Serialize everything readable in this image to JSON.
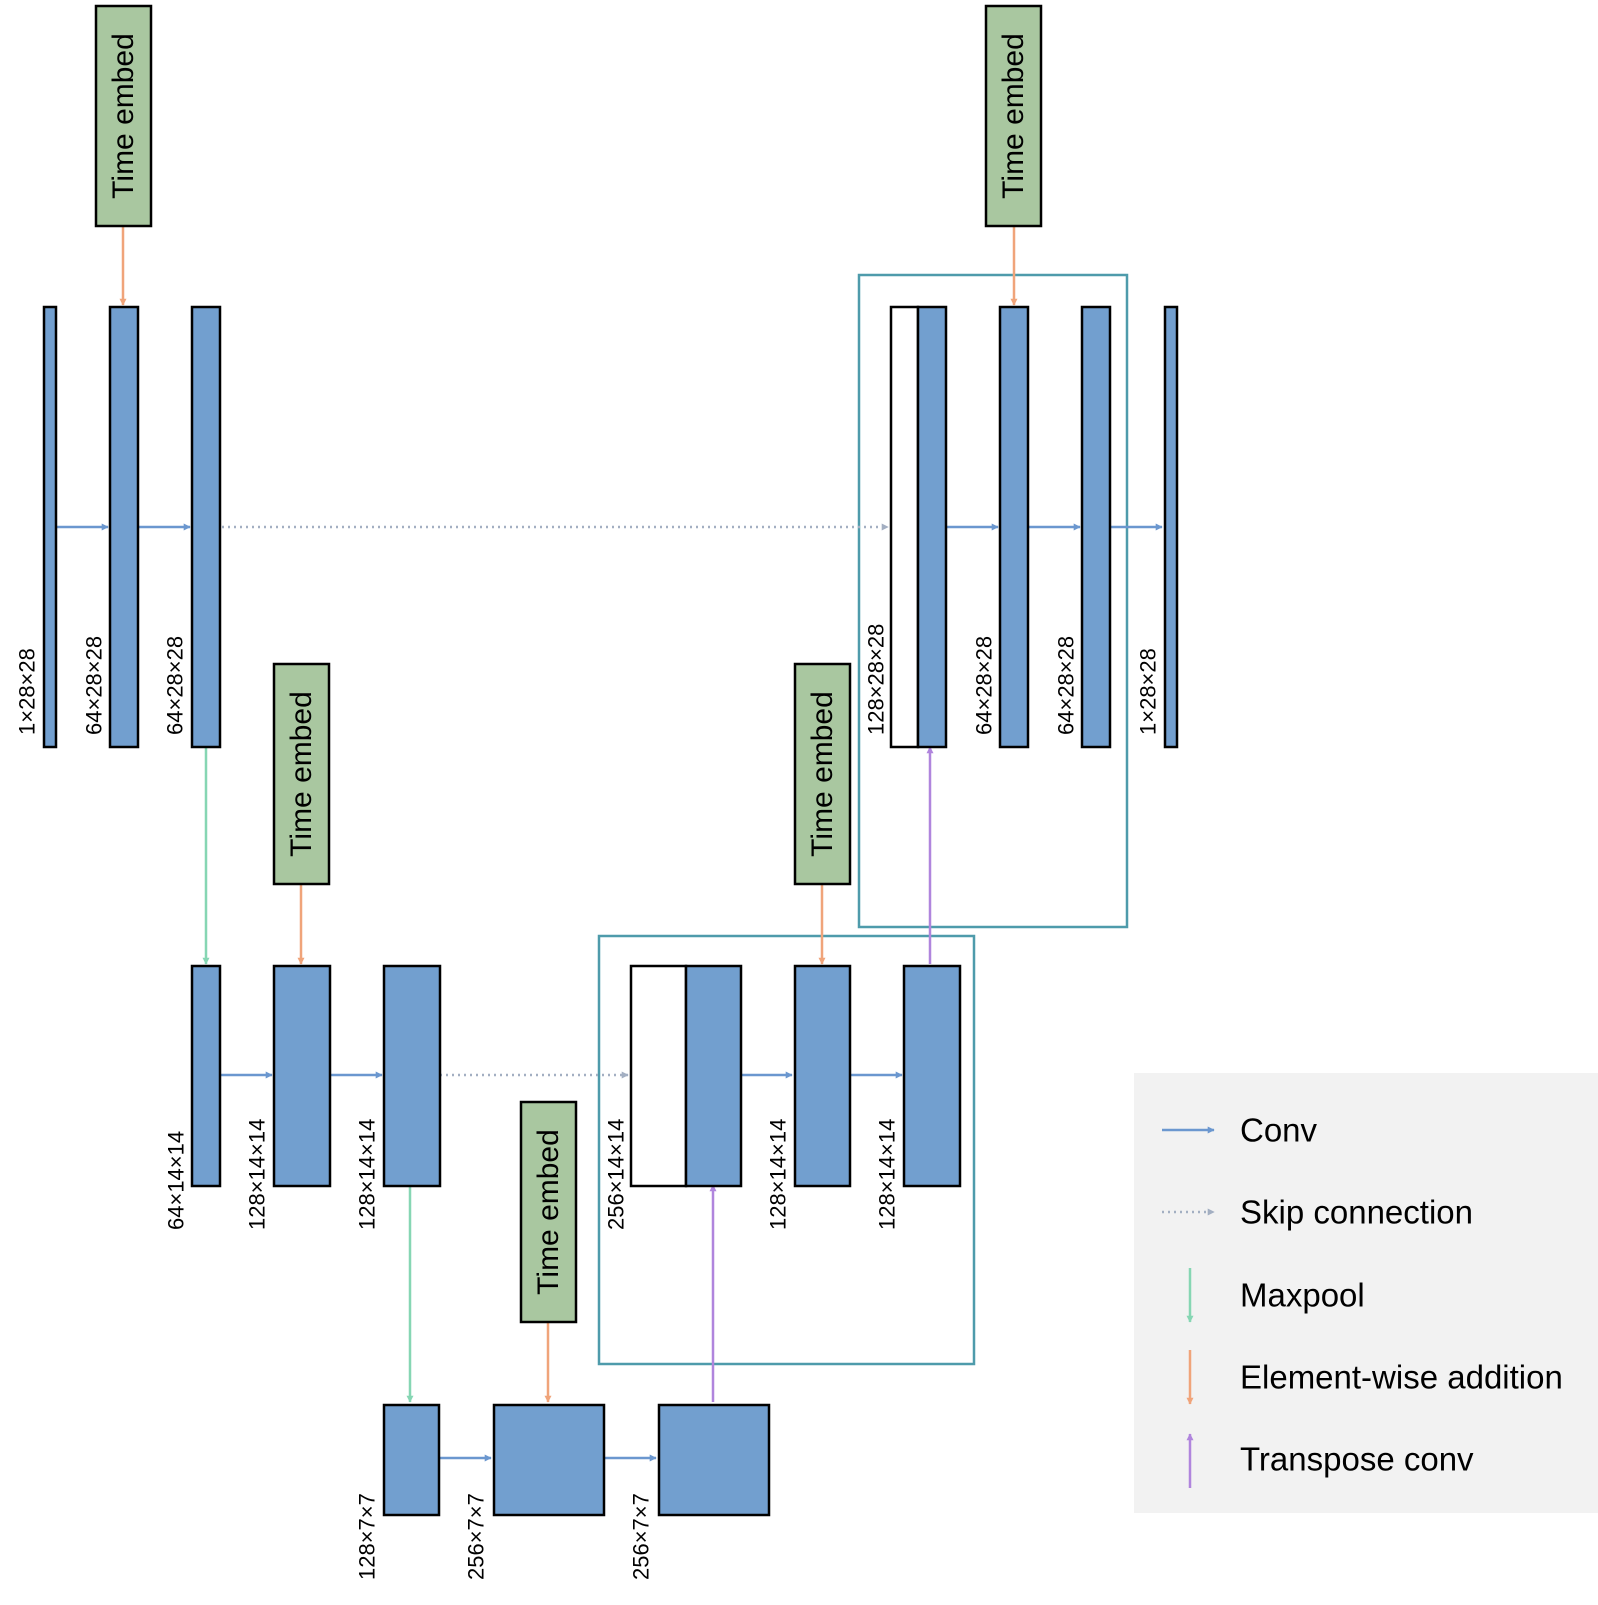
{
  "colors": {
    "feature_map": "#729fcf",
    "concat_part": "#ffffff",
    "time_embed_fill": "#a9c7a0",
    "conv_arrow": "#6b97cf",
    "skip_arrow": "#a3afc2",
    "maxpool_arrow": "#86d6b3",
    "add_arrow": "#f0a47a",
    "transpose_arrow": "#b085dd",
    "block_outline": "#4e9bab",
    "legend_bg": "#f2f2f2"
  },
  "time_embed_label": "Time embed",
  "dims": {
    "in": "1×28×28",
    "e1a": "64×28×28",
    "e1b": "64×28×28",
    "e2a": "64×14×14",
    "e2b": "128×14×14",
    "e2c": "128×14×14",
    "b1": "128×7×7",
    "b2": "256×7×7",
    "b3": "256×7×7",
    "d2cat": "256×14×14",
    "d2a": "128×14×14",
    "d2b": "128×14×14",
    "d1cat": "128×28×28",
    "d1a": "64×28×28",
    "d1b": "64×28×28",
    "out": "1×28×28"
  },
  "legend": {
    "conv": "Conv",
    "skip": "Skip connection",
    "maxpool": "Maxpool",
    "add": "Element-wise addition",
    "transpose": "Transpose conv"
  }
}
